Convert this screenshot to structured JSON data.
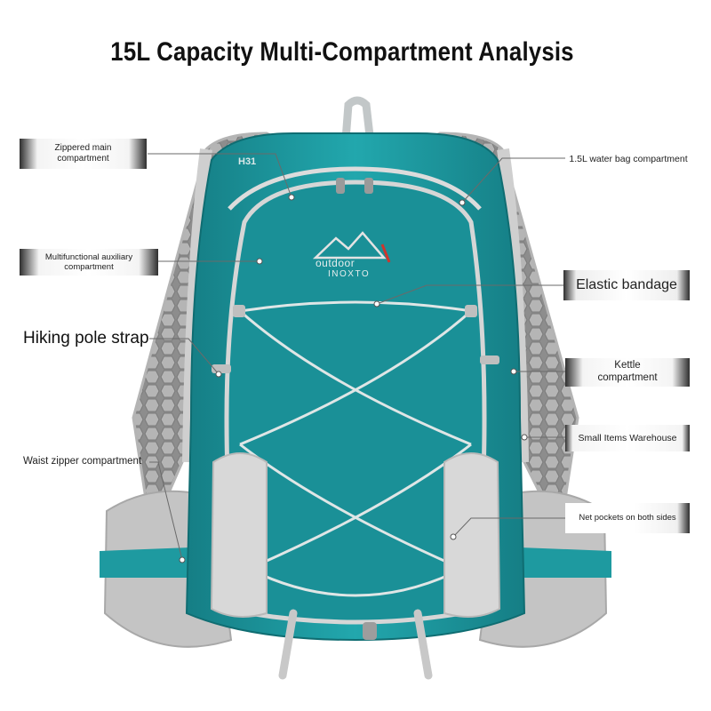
{
  "title": "15L Capacity Multi-Compartment Analysis",
  "product": {
    "brand_line1": "outdoor",
    "brand_line2": "INOXTO",
    "model_badge": "H31",
    "color_body": "#1e9aa0",
    "color_body_dark": "#137a80",
    "color_trim": "#c9c9c9"
  },
  "callouts": {
    "zippered_main": "Zippered main compartment",
    "water_bag": "1.5L water bag compartment",
    "multifunctional": "Multifunctional auxiliary compartment",
    "elastic_bandage": "Elastic bandage",
    "hiking_pole": "Hiking pole strap",
    "kettle": "Kettle compartment",
    "small_items": "Small Items Warehouse",
    "waist_zipper": "Waist zipper compartment",
    "net_pockets": "Net pockets on both sides"
  }
}
